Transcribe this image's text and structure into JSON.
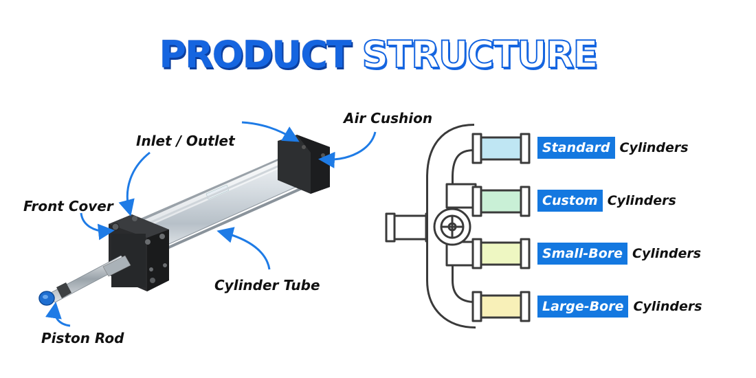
{
  "title": {
    "word1": "PRODUCT",
    "word2": "STRUCTURE"
  },
  "callouts": {
    "air_cushion": "Air Cushion",
    "inlet_outlet": "Inlet / Outlet",
    "front_cover": "Front Cover",
    "cylinder_tube": "Cylinder Tube",
    "piston_rod": "Piston Rod"
  },
  "cylinder_types": [
    {
      "badge": "Standard",
      "suffix": "Cylinders",
      "pipe_color": "#bfe6f3"
    },
    {
      "badge": "Custom",
      "suffix": "Cylinders",
      "pipe_color": "#c9f0d6"
    },
    {
      "badge": "Small-Bore",
      "suffix": "Cylinders",
      "pipe_color": "#eef7c2"
    },
    {
      "badge": "Large-Bore",
      "suffix": "Cylinders",
      "pipe_color": "#f8f0b8"
    }
  ],
  "colors": {
    "accent": "#1478e0",
    "title_blue": "#1565e0",
    "arrow_blue": "#1e7be6"
  },
  "icons": [
    "pneumatic-cylinder-illustration",
    "pipe-manifold-illustration",
    "valve-wheel-icon",
    "curved-arrow-icon"
  ]
}
